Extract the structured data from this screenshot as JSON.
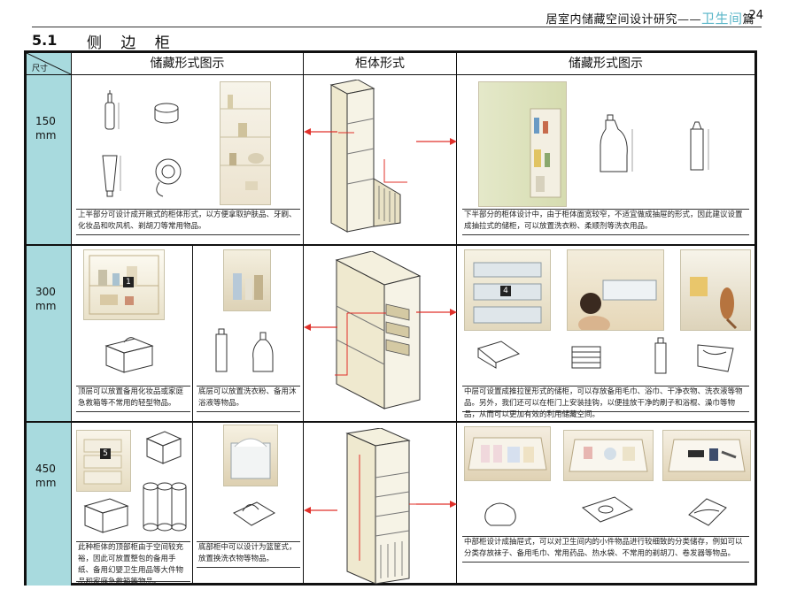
{
  "header": {
    "text_main": "居室内储藏空间设计研究——",
    "text_highlight": "卫生间",
    "text_suffix": "篇",
    "page_number": "24"
  },
  "section": {
    "number": "5.1",
    "title": "侧 边 柜"
  },
  "table": {
    "corner_label": "尺寸",
    "columns": [
      "储藏形式图示",
      "柜体形式",
      "储藏形式图示"
    ],
    "rows": [
      {
        "size": "150",
        "unit": "mm"
      },
      {
        "size": "300",
        "unit": "mm"
      },
      {
        "size": "450",
        "unit": "mm"
      }
    ]
  },
  "captions": {
    "r1_left": "上半部分可设计成开敞式的柜体形式，以方便拿取护肤品、牙刷、化妆品和吹风机、剃胡刀等常用物品。",
    "r1_right": "下半部分的柜体设计中，由于柜体面宽较窄，不适宜做成抽屉的形式，因此建议设置成抽拉式的储柜，可以放置洗衣粉、柔顺剂等洗衣用品。",
    "r2_left_a": "顶层可以放置备用化妆品或家庭急救箱等不常用的轻型物品。",
    "r2_left_b": "底层可以放置洗衣粉、备用沐浴液等物品。",
    "r2_right": "中层可设置成推拉筐形式的储柜，可以存放备用毛巾、浴巾、干净衣物、洗衣液等物品。另外，我们还可以在柜门上安装挂钩，以便挂放干净的刷子和浴棍、澡巾等物品，从而可以更加有效的利用储藏空间。",
    "r3_left_a": "此种柜体的顶部柜由于空间较充裕，因此可放置整包的备用手纸、备用幻婴卫生用品等大件物品和家庭急救箱等物品。",
    "r3_left_b": "底部柜中可以设计为篮筐式，放置换洗衣物等物品。",
    "r3_right": "中部柜设计成抽屉式，可以对卫生间内的小件物品进行较细致的分类储存，例如可以分类存放袜子、备用毛巾、常用药品、热水袋、不常用的剃胡刀、卷发器等物品。"
  },
  "photo_markers": [
    "1",
    "4",
    "5"
  ],
  "colors": {
    "row_header": "#a8dade",
    "arrow": "#e0302a",
    "header_highlight": "#5ab6c8",
    "cabinet_fill": "#efe9cf"
  }
}
